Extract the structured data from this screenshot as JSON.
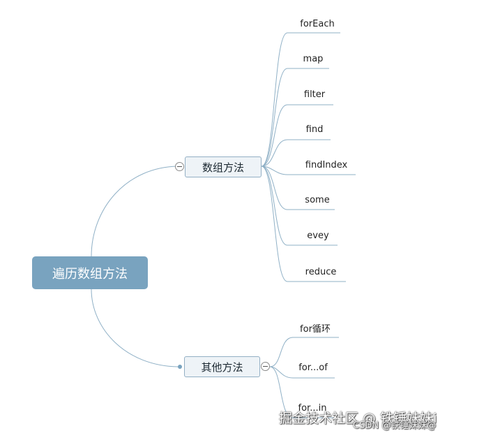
{
  "mindmap": {
    "root": {
      "label": "遍历数组方法"
    },
    "branches": [
      {
        "label": "数组方法",
        "children": [
          "forEach",
          "map",
          "filter",
          "find",
          "findIndex",
          "some",
          "evey",
          "reduce"
        ]
      },
      {
        "label": "其他方法",
        "children": [
          "for循环",
          "for...of",
          "for...in"
        ]
      }
    ]
  },
  "watermarks": {
    "juejin": "掘金技术社区 @ 铁锤妹妹i",
    "csdn": "CSDN @铁锤妹妹@"
  },
  "colors": {
    "root_fill": "#79a3bf",
    "branch_fill": "#eef3f7",
    "branch_border": "#93afc4",
    "connector": "#8fb0c6"
  }
}
